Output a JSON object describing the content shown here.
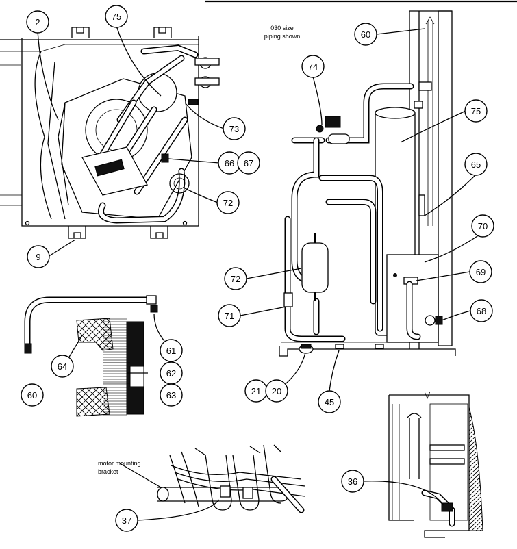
{
  "callouts": [
    {
      "id": "c-2",
      "text": "2"
    },
    {
      "id": "c-75a",
      "text": "75"
    },
    {
      "id": "c-73",
      "text": "73"
    },
    {
      "id": "c-66",
      "text": "66"
    },
    {
      "id": "c-67",
      "text": "67"
    },
    {
      "id": "c-72a",
      "text": "72"
    },
    {
      "id": "c-9",
      "text": "9"
    },
    {
      "id": "c-60a",
      "text": "60"
    },
    {
      "id": "c-74",
      "text": "74"
    },
    {
      "id": "c-75b",
      "text": "75"
    },
    {
      "id": "c-65",
      "text": "65"
    },
    {
      "id": "c-70",
      "text": "70"
    },
    {
      "id": "c-69",
      "text": "69"
    },
    {
      "id": "c-72b",
      "text": "72"
    },
    {
      "id": "c-71",
      "text": "71"
    },
    {
      "id": "c-68",
      "text": "68"
    },
    {
      "id": "c-21",
      "text": "21"
    },
    {
      "id": "c-20",
      "text": "20"
    },
    {
      "id": "c-45",
      "text": "45"
    },
    {
      "id": "c-64",
      "text": "64"
    },
    {
      "id": "c-61",
      "text": "61"
    },
    {
      "id": "c-62",
      "text": "62"
    },
    {
      "id": "c-63",
      "text": "63"
    },
    {
      "id": "c-60b",
      "text": "60"
    },
    {
      "id": "c-36",
      "text": "36"
    },
    {
      "id": "c-37",
      "text": "37"
    }
  ],
  "notes": {
    "piping_line1": "030 size",
    "piping_line2": "piping shown",
    "motor_line1": "motor mounting",
    "motor_line2": "bracket"
  }
}
